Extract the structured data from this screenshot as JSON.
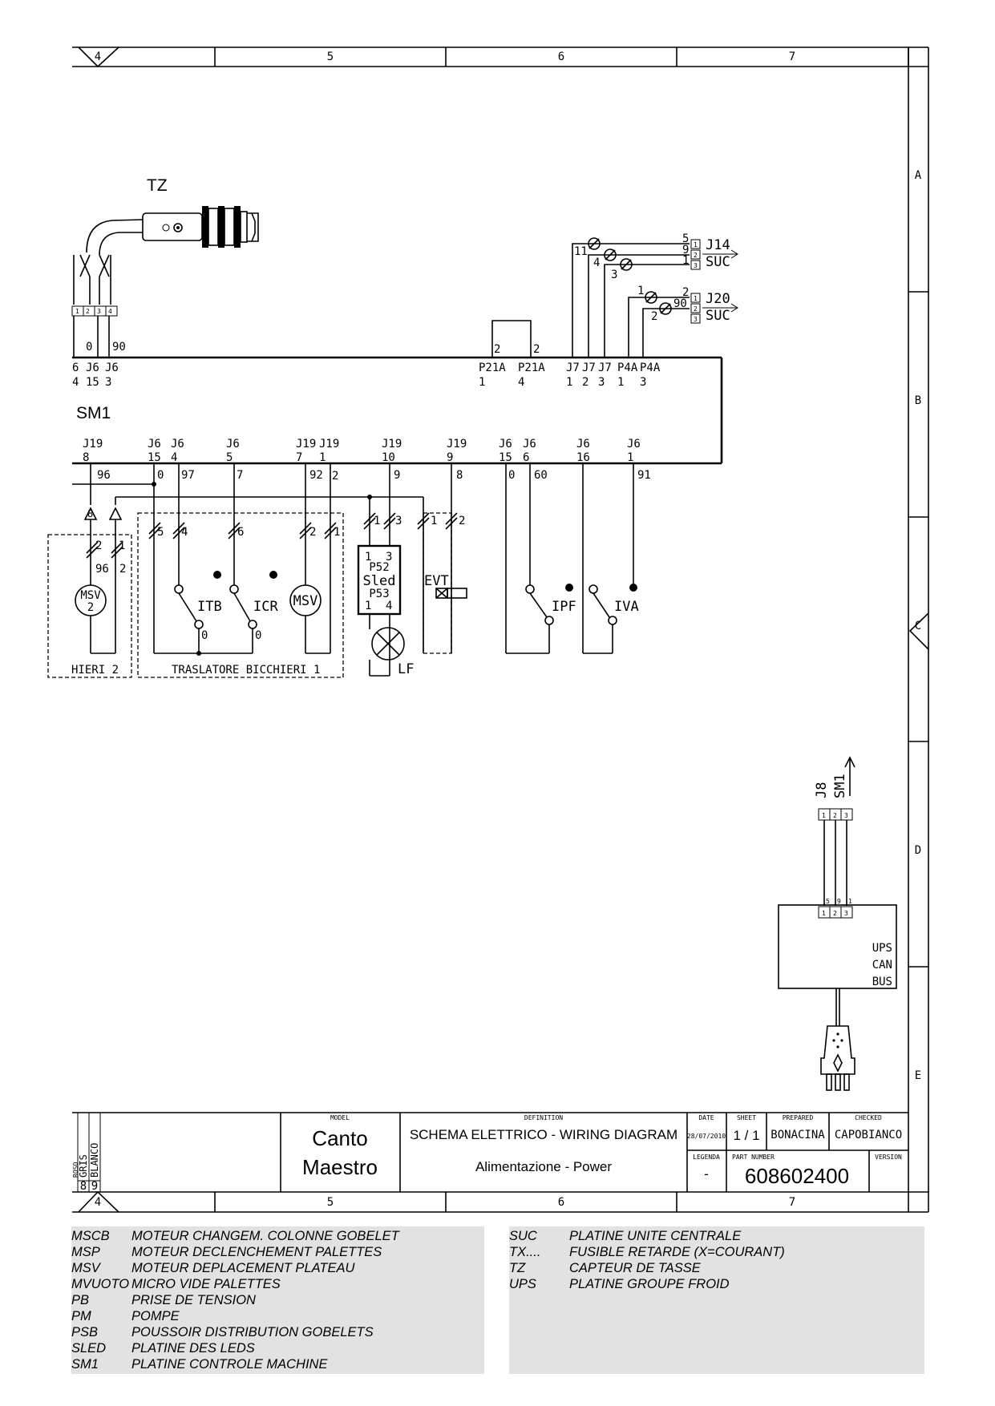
{
  "frame": {
    "columns": [
      "4",
      "5",
      "6",
      "7"
    ],
    "rows": [
      "A",
      "B",
      "C",
      "D",
      "E"
    ]
  },
  "components": {
    "tz": "TZ",
    "sm1": "SM1",
    "j14": "J14",
    "j20": "J20",
    "suc": "SUC",
    "itb": "ITB",
    "icr": "ICR",
    "msv": "MSV",
    "msv2_num": "2",
    "p52": "P52",
    "sled": "Sled",
    "p53": "P53",
    "lf": "LF",
    "evt": "EVT",
    "ipf": "IPF",
    "iva": "IVA",
    "j8": "J8",
    "ups_lines": [
      "UPS",
      "CAN",
      "BUS"
    ],
    "trasl1": "TRASLATORE BICCHIERI 1",
    "trasl2": "HIERI 2"
  },
  "sm1_top_pins": [
    {
      "conn": "6",
      "pin": "4"
    },
    {
      "conn": "J6",
      "pin": "15"
    },
    {
      "conn": "J6",
      "pin": "3"
    },
    {
      "conn": "P21A",
      "pin": "1"
    },
    {
      "conn": "P21A",
      "pin": "4"
    },
    {
      "conn": "J7",
      "pin": "1"
    },
    {
      "conn": "J7",
      "pin": "2"
    },
    {
      "conn": "J7",
      "pin": "3"
    },
    {
      "conn": "P4A",
      "pin": "1"
    },
    {
      "conn": "P4A",
      "pin": "3"
    }
  ],
  "sm1_bottom_pins": [
    {
      "conn": "J19",
      "pin": "8",
      "wire": "96"
    },
    {
      "conn": "J6",
      "pin": "15",
      "wire": "0"
    },
    {
      "conn": "J6",
      "pin": "4",
      "wire": "97"
    },
    {
      "conn": "J6",
      "pin": "5",
      "wire": "7"
    },
    {
      "conn": "J19",
      "pin": "7",
      "wire": "92"
    },
    {
      "conn": "J19",
      "pin": "1",
      "wire": "2"
    },
    {
      "conn": "J19",
      "pin": "10",
      "wire": "9"
    },
    {
      "conn": "J19",
      "pin": "9",
      "wire": "8"
    },
    {
      "conn": "J6",
      "pin": "15",
      "wire": "0"
    },
    {
      "conn": "J6",
      "pin": "6",
      "wire": "60"
    },
    {
      "conn": "J6",
      "pin": "16",
      "wire": ""
    },
    {
      "conn": "J6",
      "pin": "1",
      "wire": "91"
    }
  ],
  "wire_labels": {
    "tz_wires": [
      "0",
      "90"
    ],
    "p21a_wires": [
      "2",
      "2"
    ],
    "j14_wires": [
      "5",
      "9",
      "1",
      "11",
      "4",
      "3"
    ],
    "j20_wires": [
      "2",
      "90",
      "1",
      "2"
    ],
    "msv2_wires": [
      "2",
      "1",
      "96",
      "2"
    ],
    "itb_wires": [
      "5",
      "4",
      "6"
    ],
    "msv_wires": [
      "2",
      "1"
    ],
    "p52_wires": [
      "1",
      "3",
      "1",
      "3",
      "1",
      "4"
    ],
    "evt_wires": [
      "1",
      "2"
    ],
    "contact_zero": "0",
    "j8_wires": [
      "5",
      "9",
      "1"
    ],
    "pins_123": [
      "1",
      "2",
      "3"
    ],
    "tz_pins": [
      "1",
      "2",
      "3",
      "4"
    ]
  },
  "title_block": {
    "model_label": "MODEL",
    "model": [
      "Canto",
      "Maestro"
    ],
    "definition_label": "DEFINITION",
    "definition": "SCHEMA ELETTRICO - WIRING DIAGRAM",
    "subtitle": "Alimentazione - Power",
    "date_label": "DATE",
    "date": "28/07/2010",
    "sheet_label": "SHEET",
    "sheet": "1 / 1",
    "prepared_label": "PREPARED",
    "prepared": "BONACINA",
    "checked_label": "CHECKED",
    "checked": "CAPOBIANCO",
    "legenda_label": "LEGENDA",
    "legenda": "-",
    "part_label": "PART NUMBER",
    "part": "608602400",
    "version_label": "VERSION",
    "color_codes": [
      {
        "num": "8",
        "name": "GRIS"
      },
      {
        "num": "9",
        "name": "BLANCO"
      }
    ],
    "color_codes_cut": "ROSO"
  },
  "legend_left": [
    {
      "code": "MSCB",
      "desc": "MOTEUR CHANGEM. COLONNE GOBELET"
    },
    {
      "code": "MSP",
      "desc": "MOTEUR DECLENCHEMENT PALETTES"
    },
    {
      "code": "MSV",
      "desc": "MOTEUR DEPLACEMENT PLATEAU"
    },
    {
      "code": "MVUOTO",
      "desc": "MICRO VIDE PALETTES"
    },
    {
      "code": "PB",
      "desc": "PRISE DE TENSION"
    },
    {
      "code": "PM",
      "desc": "POMPE"
    },
    {
      "code": "PSB",
      "desc": "POUSSOIR DISTRIBUTION GOBELETS"
    },
    {
      "code": "SLED",
      "desc": "PLATINE DES LEDS"
    },
    {
      "code": "SM1",
      "desc": "PLATINE CONTROLE MACHINE"
    }
  ],
  "legend_right": [
    {
      "code": "SUC",
      "desc": "PLATINE UNITE CENTRALE"
    },
    {
      "code": "TX....",
      "desc": "FUSIBLE RETARDE (X=COURANT)"
    },
    {
      "code": "TZ",
      "desc": "CAPTEUR DE TASSE"
    },
    {
      "code": "UPS",
      "desc": "PLATINE GROUPE  FROID"
    }
  ]
}
